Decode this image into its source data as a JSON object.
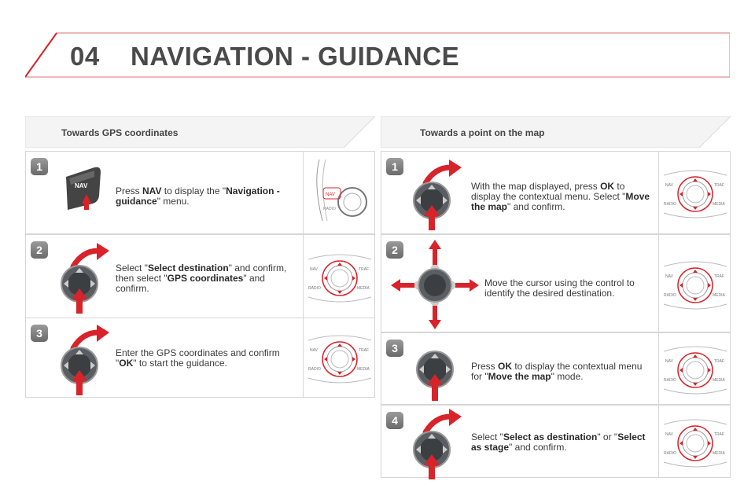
{
  "header": {
    "chapter": "04",
    "title": "NAVIGATION - GUIDANCE"
  },
  "left": {
    "heading": "Towards GPS coordinates",
    "steps": [
      {
        "num": "1",
        "icon": "nav-button-icon",
        "segments": [
          {
            "t": "Press ",
            "b": false
          },
          {
            "t": "NAV",
            "b": true
          },
          {
            "t": " to display the \"",
            "b": false
          },
          {
            "t": "Navigation - guidance",
            "b": true
          },
          {
            "t": "\" menu.",
            "b": false
          }
        ]
      },
      {
        "num": "2",
        "icon": "rotary-knob-rotate-press-icon",
        "segments": [
          {
            "t": "Select \"",
            "b": false
          },
          {
            "t": "Select destination",
            "b": true
          },
          {
            "t": "\" and confirm, then select \"",
            "b": false
          },
          {
            "t": "GPS coordinates",
            "b": true
          },
          {
            "t": "\" and confirm.",
            "b": false
          }
        ]
      },
      {
        "num": "3",
        "icon": "rotary-knob-rotate-press-icon",
        "segments": [
          {
            "t": "Enter the GPS coordinates and confirm \"",
            "b": false
          },
          {
            "t": "OK",
            "b": true
          },
          {
            "t": "\" to start the guidance.",
            "b": false
          }
        ]
      }
    ]
  },
  "right": {
    "heading": "Towards a point on the map",
    "steps": [
      {
        "num": "1",
        "icon": "rotary-knob-rotate-press-icon",
        "segments": [
          {
            "t": "With the map displayed, press ",
            "b": false
          },
          {
            "t": "OK",
            "b": true
          },
          {
            "t": " to display the contextual menu. Select \"",
            "b": false
          },
          {
            "t": "Move the map",
            "b": true
          },
          {
            "t": "\" and confirm.",
            "b": false
          }
        ]
      },
      {
        "num": "2",
        "icon": "rotary-knob-four-direction-icon",
        "segments": [
          {
            "t": "Move the cursor using the control to identify the desired destination.",
            "b": false
          }
        ]
      },
      {
        "num": "3",
        "icon": "rotary-knob-press-icon",
        "segments": [
          {
            "t": "Press ",
            "b": false
          },
          {
            "t": "OK",
            "b": true
          },
          {
            "t": " to display the contextual menu for \"",
            "b": false
          },
          {
            "t": "Move the map",
            "b": true
          },
          {
            "t": "\" mode.",
            "b": false
          }
        ]
      },
      {
        "num": "4",
        "icon": "rotary-knob-rotate-press-icon",
        "segments": [
          {
            "t": "Select \"",
            "b": false
          },
          {
            "t": "Select as destination",
            "b": true
          },
          {
            "t": "\" or \"",
            "b": false
          },
          {
            "t": "Select as stage",
            "b": true
          },
          {
            "t": "\" and confirm.",
            "b": false
          }
        ]
      }
    ]
  },
  "console": {
    "nav": "NAV",
    "traf": "TRAF",
    "radio": "RADIO",
    "media": "MEDIA"
  },
  "colors": {
    "accent": "#d8232a",
    "border": "#d6d6d6",
    "text": "#3a3a3a"
  }
}
